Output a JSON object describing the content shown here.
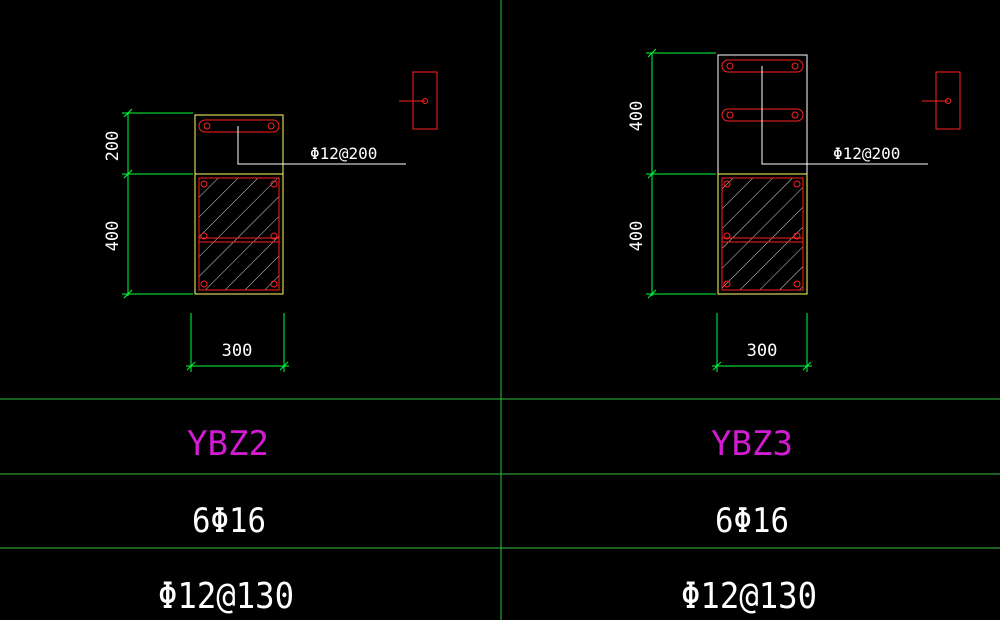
{
  "colors": {
    "background": "#000000",
    "grid_line": "#2fbf3a",
    "dimension": "#00ff3c",
    "concrete_outline": "#ffff66",
    "rebar": "#ff2020",
    "text": "#ffffff",
    "label": "#d21bd2"
  },
  "columns": [
    {
      "name": "YBZ2",
      "dim_upper": "200",
      "dim_lower": "400",
      "dim_width": "300",
      "stirrup_callout": "Φ12@200",
      "longitudinal_rebar": "6Φ16",
      "stirrup": "Φ12@130"
    },
    {
      "name": "YBZ3",
      "dim_upper": "400",
      "dim_lower": "400",
      "dim_width": "300",
      "stirrup_callout": "Φ12@200",
      "longitudinal_rebar": "6Φ16",
      "stirrup": "Φ12@130"
    }
  ]
}
